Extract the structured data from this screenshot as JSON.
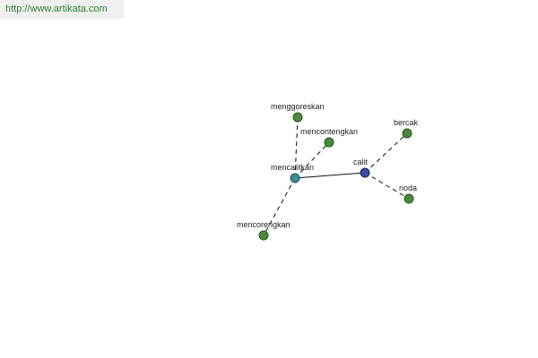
{
  "source": {
    "url_text": "http://www.artikata.com"
  },
  "graph": {
    "nodes": [
      {
        "id": "calit",
        "label": "calit",
        "role": "center",
        "fill": "#3b4fa0",
        "stroke": "#1f2a5a"
      },
      {
        "id": "mencalitkan",
        "label": "mencalitkan",
        "role": "hub",
        "fill": "#3a8d95",
        "stroke": "#1e4f55"
      },
      {
        "id": "menggoreskan",
        "label": "menggoreskan",
        "role": "leaf",
        "fill": "#4b8a3e",
        "stroke": "#2a4f22"
      },
      {
        "id": "mencontengkan",
        "label": "mencontengkan",
        "role": "leaf",
        "fill": "#4b8a3e",
        "stroke": "#2a4f22"
      },
      {
        "id": "mencorengkan",
        "label": "mencorengkan",
        "role": "leaf",
        "fill": "#4b8a3e",
        "stroke": "#2a4f22"
      },
      {
        "id": "bercak",
        "label": "bercak",
        "role": "leaf",
        "fill": "#4b8a3e",
        "stroke": "#2a4f22"
      },
      {
        "id": "noda",
        "label": "noda",
        "role": "leaf",
        "fill": "#4b8a3e",
        "stroke": "#2a4f22"
      }
    ],
    "edges": [
      {
        "from": "calit",
        "to": "mencalitkan",
        "style": "solid"
      },
      {
        "from": "mencalitkan",
        "to": "menggoreskan",
        "style": "dashed"
      },
      {
        "from": "mencalitkan",
        "to": "mencontengkan",
        "style": "dashed"
      },
      {
        "from": "mencalitkan",
        "to": "mencorengkan",
        "style": "dashed"
      },
      {
        "from": "calit",
        "to": "bercak",
        "style": "dashed"
      },
      {
        "from": "calit",
        "to": "noda",
        "style": "dashed"
      }
    ]
  }
}
